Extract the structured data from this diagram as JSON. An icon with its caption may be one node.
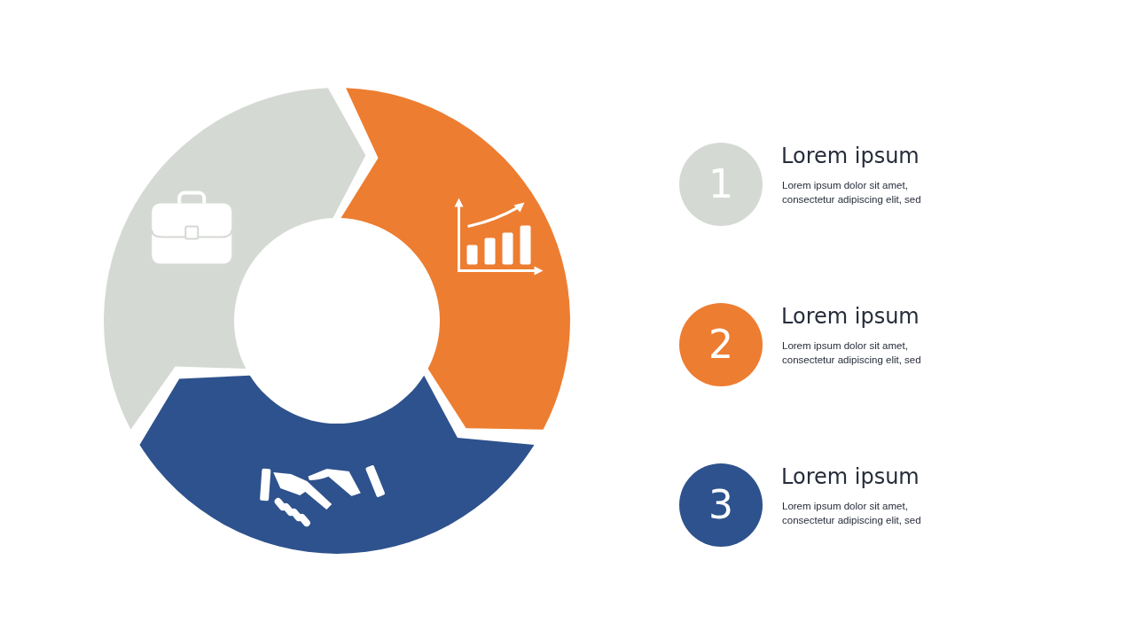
{
  "diagram": {
    "nodes": [
      {
        "text": [],
        "shape": "arrow"
      },
      {
        "text": [],
        "shape": "arrow"
      },
      {
        "text": [],
        "shape": "arrow"
      },
      {
        "text": [
          "1"
        ],
        "beside": [
          "Lorem ipsum",
          "Lorem ipsum dolor sit amet, consectetur adipiscing elit, sed"
        ]
      },
      {
        "text": [
          "2"
        ],
        "beside": [
          "Lorem ipsum",
          "Lorem ipsum dolor sit amet, consectetur adipiscing elit, sed"
        ]
      },
      {
        "text": [
          "3"
        ],
        "beside": [
          "Lorem ipsum",
          "Lorem ipsum dolor sit amet, consectetur adipiscing elit, sed"
        ]
      }
    ]
  }
}
